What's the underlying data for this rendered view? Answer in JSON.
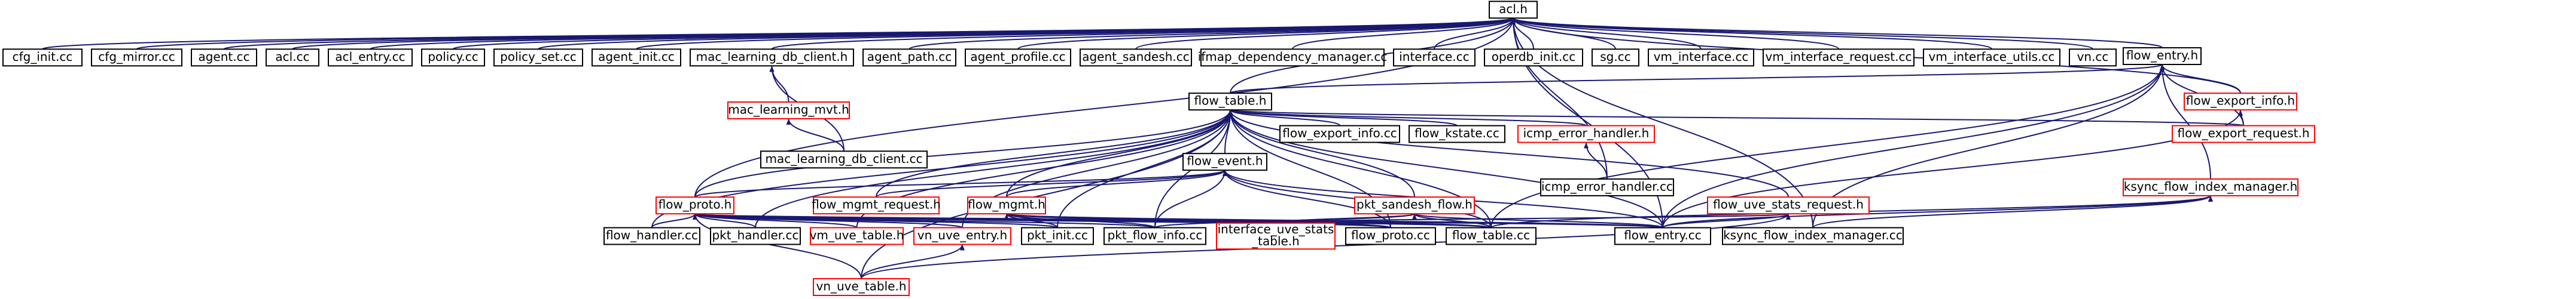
{
  "colors": {
    "edge": "#191970",
    "border_normal": "#000000",
    "border_missing": "#ff0000",
    "highlight_fill": "#bfbfbf"
  },
  "nodes": [
    {
      "id": "acl_h",
      "label": "acl.h",
      "style": "root"
    },
    {
      "id": "cfg_init_cc",
      "label": "cfg_init.cc",
      "style": "normal"
    },
    {
      "id": "cfg_mirror_cc",
      "label": "cfg_mirror.cc",
      "style": "normal"
    },
    {
      "id": "agent_cc",
      "label": "agent.cc",
      "style": "normal"
    },
    {
      "id": "acl_cc",
      "label": "acl.cc",
      "style": "normal"
    },
    {
      "id": "acl_entry_cc",
      "label": "acl_entry.cc",
      "style": "normal"
    },
    {
      "id": "policy_cc",
      "label": "policy.cc",
      "style": "normal"
    },
    {
      "id": "policy_set_cc",
      "label": "policy_set.cc",
      "style": "normal"
    },
    {
      "id": "agent_init_cc",
      "label": "agent_init.cc",
      "style": "normal"
    },
    {
      "id": "mac_learning_db_client_h",
      "label": "mac_learning_db_client.h",
      "style": "normal"
    },
    {
      "id": "agent_path_cc",
      "label": "agent_path.cc",
      "style": "normal"
    },
    {
      "id": "agent_profile_cc",
      "label": "agent_profile.cc",
      "style": "normal"
    },
    {
      "id": "agent_sandesh_cc",
      "label": "agent_sandesh.cc",
      "style": "normal"
    },
    {
      "id": "ifmap_dependency_manager_cc",
      "label": "ifmap_dependency_manager.cc",
      "style": "normal"
    },
    {
      "id": "interface_cc",
      "label": "interface.cc",
      "style": "normal"
    },
    {
      "id": "operdb_init_cc",
      "label": "operdb_init.cc",
      "style": "normal"
    },
    {
      "id": "sg_cc",
      "label": "sg.cc",
      "style": "normal"
    },
    {
      "id": "vm_interface_cc",
      "label": "vm_interface.cc",
      "style": "normal"
    },
    {
      "id": "vm_interface_request_cc",
      "label": "vm_interface_request.cc",
      "style": "normal"
    },
    {
      "id": "vm_interface_utils_cc",
      "label": "vm_interface_utils.cc",
      "style": "normal"
    },
    {
      "id": "vn_cc",
      "label": "vn.cc",
      "style": "normal"
    },
    {
      "id": "flow_entry_h",
      "label": "flow_entry.h",
      "style": "normal"
    },
    {
      "id": "mac_learning_mvt_h",
      "label": "mac_learning_mvt.h",
      "style": "missing"
    },
    {
      "id": "mac_learning_db_client_cc",
      "label": "mac_learning_db_client.cc",
      "style": "normal"
    },
    {
      "id": "flow_table_h",
      "label": "flow_table.h",
      "style": "normal"
    },
    {
      "id": "flow_export_info_h",
      "label": "flow_export_info.h",
      "style": "missing"
    },
    {
      "id": "flow_export_info_cc",
      "label": "flow_export_info.cc",
      "style": "normal"
    },
    {
      "id": "flow_kstate_cc",
      "label": "flow_kstate.cc",
      "style": "normal"
    },
    {
      "id": "icmp_error_handler_h",
      "label": "icmp_error_handler.h",
      "style": "missing"
    },
    {
      "id": "flow_export_request_h",
      "label": "flow_export_request.h",
      "style": "missing"
    },
    {
      "id": "flow_event_h",
      "label": "flow_event.h",
      "style": "normal"
    },
    {
      "id": "icmp_error_handler_cc",
      "label": "icmp_error_handler.cc",
      "style": "normal"
    },
    {
      "id": "ksync_flow_index_manager_h",
      "label": "ksync_flow_index_manager.h",
      "style": "missing"
    },
    {
      "id": "flow_proto_h",
      "label": "flow_proto.h",
      "style": "missing"
    },
    {
      "id": "flow_mgmt_request_h",
      "label": "flow_mgmt_request.h",
      "style": "missing"
    },
    {
      "id": "flow_mgmt_h",
      "label": "flow_mgmt.h",
      "style": "missing"
    },
    {
      "id": "pkt_sandesh_flow_h",
      "label": "pkt_sandesh_flow.h",
      "style": "missing"
    },
    {
      "id": "flow_uve_stats_request_h",
      "label": "flow_uve_stats_request.h",
      "style": "missing"
    },
    {
      "id": "flow_handler_cc",
      "label": "flow_handler.cc",
      "style": "normal"
    },
    {
      "id": "pkt_handler_cc",
      "label": "pkt_handler.cc",
      "style": "normal"
    },
    {
      "id": "vm_uve_table_h",
      "label": "vm_uve_table.h",
      "style": "missing"
    },
    {
      "id": "vn_uve_entry_h",
      "label": "vn_uve_entry.h",
      "style": "missing"
    },
    {
      "id": "pkt_init_cc",
      "label": "pkt_init.cc",
      "style": "normal"
    },
    {
      "id": "pkt_flow_info_cc",
      "label": "pkt_flow_info.cc",
      "style": "normal"
    },
    {
      "id": "interface_uve_stats_table_h",
      "label": "interface_uve_stats\n_table.h",
      "style": "missing"
    },
    {
      "id": "flow_proto_cc",
      "label": "flow_proto.cc",
      "style": "normal"
    },
    {
      "id": "flow_table_cc",
      "label": "flow_table.cc",
      "style": "normal"
    },
    {
      "id": "flow_entry_cc",
      "label": "flow_entry.cc",
      "style": "normal"
    },
    {
      "id": "ksync_flow_index_manager_cc",
      "label": "ksync_flow_index_manager.cc",
      "style": "normal"
    },
    {
      "id": "vn_uve_table_h",
      "label": "vn_uve_table.h",
      "style": "missing"
    }
  ],
  "edges": [
    [
      "acl_h",
      "cfg_init_cc"
    ],
    [
      "acl_h",
      "cfg_mirror_cc"
    ],
    [
      "acl_h",
      "agent_cc"
    ],
    [
      "acl_h",
      "acl_cc"
    ],
    [
      "acl_h",
      "acl_entry_cc"
    ],
    [
      "acl_h",
      "policy_cc"
    ],
    [
      "acl_h",
      "policy_set_cc"
    ],
    [
      "acl_h",
      "agent_init_cc"
    ],
    [
      "acl_h",
      "mac_learning_db_client_h"
    ],
    [
      "acl_h",
      "agent_path_cc"
    ],
    [
      "acl_h",
      "agent_profile_cc"
    ],
    [
      "acl_h",
      "agent_sandesh_cc"
    ],
    [
      "acl_h",
      "ifmap_dependency_manager_cc"
    ],
    [
      "acl_h",
      "interface_cc"
    ],
    [
      "acl_h",
      "operdb_init_cc"
    ],
    [
      "acl_h",
      "sg_cc"
    ],
    [
      "acl_h",
      "vm_interface_cc"
    ],
    [
      "acl_h",
      "vm_interface_request_cc"
    ],
    [
      "acl_h",
      "vm_interface_utils_cc"
    ],
    [
      "acl_h",
      "vn_cc"
    ],
    [
      "acl_h",
      "flow_entry_h"
    ],
    [
      "acl_h",
      "flow_table_h"
    ],
    [
      "acl_h",
      "flow_export_info_h"
    ],
    [
      "acl_h",
      "icmp_error_handler_cc"
    ],
    [
      "acl_h",
      "flow_proto_h"
    ],
    [
      "acl_h",
      "flow_entry_cc"
    ],
    [
      "acl_h",
      "ksync_flow_index_manager_cc"
    ],
    [
      "mac_learning_db_client_h",
      "mac_learning_mvt_h"
    ],
    [
      "mac_learning_db_client_h",
      "mac_learning_db_client_cc"
    ],
    [
      "mac_learning_mvt_h",
      "mac_learning_db_client_cc"
    ],
    [
      "flow_entry_h",
      "flow_table_h"
    ],
    [
      "flow_entry_h",
      "flow_export_info_h"
    ],
    [
      "flow_entry_h",
      "flow_export_request_h"
    ],
    [
      "flow_entry_h",
      "ksync_flow_index_manager_h"
    ],
    [
      "flow_entry_h",
      "flow_entry_cc"
    ],
    [
      "flow_entry_h",
      "ksync_flow_index_manager_cc"
    ],
    [
      "flow_entry_h",
      "flow_table_cc"
    ],
    [
      "flow_export_info_h",
      "flow_export_request_h"
    ],
    [
      "flow_export_info_h",
      "flow_entry_cc"
    ],
    [
      "flow_table_h",
      "flow_export_info_cc"
    ],
    [
      "flow_table_h",
      "flow_kstate_cc"
    ],
    [
      "flow_table_h",
      "icmp_error_handler_h"
    ],
    [
      "flow_table_h",
      "flow_export_request_h"
    ],
    [
      "flow_table_h",
      "flow_event_h"
    ],
    [
      "flow_table_h",
      "flow_proto_h"
    ],
    [
      "flow_table_h",
      "flow_mgmt_request_h"
    ],
    [
      "flow_table_h",
      "flow_mgmt_h"
    ],
    [
      "flow_table_h",
      "pkt_sandesh_flow_h"
    ],
    [
      "flow_table_h",
      "flow_uve_stats_request_h"
    ],
    [
      "flow_table_h",
      "flow_handler_cc"
    ],
    [
      "flow_table_h",
      "pkt_handler_cc"
    ],
    [
      "flow_table_h",
      "vm_uve_table_h"
    ],
    [
      "flow_table_h",
      "vn_uve_entry_h"
    ],
    [
      "flow_table_h",
      "pkt_init_cc"
    ],
    [
      "flow_table_h",
      "pkt_flow_info_cc"
    ],
    [
      "flow_table_h",
      "flow_proto_cc"
    ],
    [
      "flow_table_h",
      "flow_table_cc"
    ],
    [
      "flow_table_h",
      "flow_entry_cc"
    ],
    [
      "flow_table_h",
      "vn_uve_table_h"
    ],
    [
      "icmp_error_handler_h",
      "icmp_error_handler_cc"
    ],
    [
      "flow_event_h",
      "flow_proto_h"
    ],
    [
      "flow_event_h",
      "flow_mgmt_request_h"
    ],
    [
      "flow_event_h",
      "flow_mgmt_h"
    ],
    [
      "flow_event_h",
      "pkt_flow_info_cc"
    ],
    [
      "flow_event_h",
      "flow_proto_cc"
    ],
    [
      "flow_event_h",
      "flow_table_cc"
    ],
    [
      "flow_event_h",
      "flow_entry_cc"
    ],
    [
      "ksync_flow_index_manager_h",
      "ksync_flow_index_manager_cc"
    ],
    [
      "ksync_flow_index_manager_h",
      "flow_entry_cc"
    ],
    [
      "ksync_flow_index_manager_h",
      "flow_table_cc"
    ],
    [
      "flow_proto_h",
      "flow_handler_cc"
    ],
    [
      "flow_proto_h",
      "pkt_handler_cc"
    ],
    [
      "flow_proto_h",
      "vm_uve_table_h"
    ],
    [
      "flow_proto_h",
      "vn_uve_entry_h"
    ],
    [
      "flow_proto_h",
      "pkt_init_cc"
    ],
    [
      "flow_proto_h",
      "pkt_flow_info_cc"
    ],
    [
      "flow_proto_h",
      "interface_uve_stats_table_h"
    ],
    [
      "flow_proto_h",
      "flow_proto_cc"
    ],
    [
      "flow_proto_h",
      "flow_table_cc"
    ],
    [
      "flow_proto_h",
      "flow_entry_cc"
    ],
    [
      "flow_proto_h",
      "vn_uve_table_h"
    ],
    [
      "flow_mgmt_h",
      "pkt_init_cc"
    ],
    [
      "flow_mgmt_h",
      "pkt_flow_info_cc"
    ],
    [
      "flow_mgmt_h",
      "flow_proto_cc"
    ],
    [
      "flow_mgmt_h",
      "flow_table_cc"
    ],
    [
      "flow_mgmt_h",
      "flow_entry_cc"
    ],
    [
      "pkt_sandesh_flow_h",
      "interface_uve_stats_table_h"
    ],
    [
      "pkt_sandesh_flow_h",
      "pkt_flow_info_cc"
    ],
    [
      "pkt_sandesh_flow_h",
      "flow_table_cc"
    ],
    [
      "pkt_sandesh_flow_h",
      "flow_entry_cc"
    ],
    [
      "flow_uve_stats_request_h",
      "interface_uve_stats_table_h"
    ],
    [
      "flow_uve_stats_request_h",
      "vn_uve_table_h"
    ],
    [
      "flow_uve_stats_request_h",
      "flow_entry_cc"
    ],
    [
      "vn_uve_entry_h",
      "vn_uve_table_h"
    ]
  ]
}
